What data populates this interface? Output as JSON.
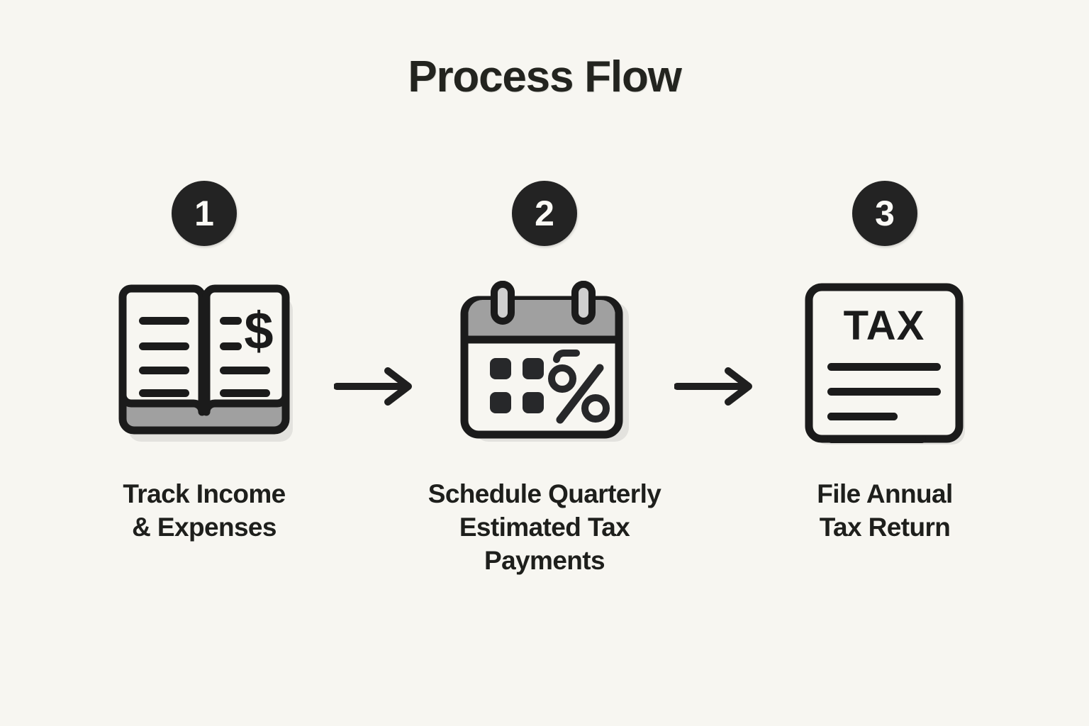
{
  "title": "Process Flow",
  "theme": {
    "background": "#f7f6f1",
    "ink": "#1e1f1c",
    "badge_bg": "#232323",
    "badge_text": "#fbfaf6",
    "icon_gray": "#a0a0a0",
    "icon_paper": "#f7f6f1"
  },
  "steps": [
    {
      "number": "1",
      "icon": "open-book-ledger-icon",
      "caption": "Track Income & Expenses",
      "caption_lines": [
        "Track Income",
        "& Expenses"
      ]
    },
    {
      "number": "2",
      "icon": "calendar-percent-icon",
      "caption": "Schedule Quarterly Estimated Tax Payments",
      "caption_lines": [
        "Schedule Quarterly",
        "Estimated Tax",
        "Payments"
      ]
    },
    {
      "number": "3",
      "icon": "tax-document-icon",
      "caption": "File Annual Tax Return",
      "caption_lines": [
        "File Annual",
        "Tax Return"
      ],
      "document_label": "TAX"
    }
  ],
  "connectors": [
    {
      "name": "arrow-step1-to-step2",
      "glyph": "arrow-right-icon"
    },
    {
      "name": "arrow-step2-to-step3",
      "glyph": "arrow-right-icon"
    }
  ]
}
